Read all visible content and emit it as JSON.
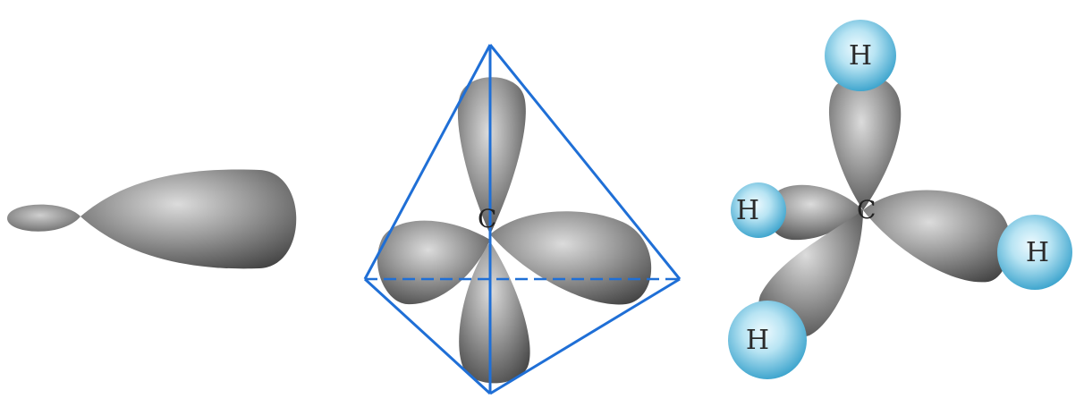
{
  "panels": {
    "sp3_orbital": {},
    "tetrahedral_hybrid": {
      "center_label": "C"
    },
    "methane": {
      "center_label": "C",
      "hydrogens": [
        {
          "label": "H"
        },
        {
          "label": "H"
        },
        {
          "label": "H"
        },
        {
          "label": "H"
        }
      ]
    }
  },
  "colors": {
    "lobe_dark": "#4a4a4a",
    "lobe_light": "#d6d6d6",
    "tetrahedron_edge": "#1f6fd6",
    "hydrogen_light": "#e6f6fb",
    "hydrogen_dark": "#3fa9d3"
  }
}
